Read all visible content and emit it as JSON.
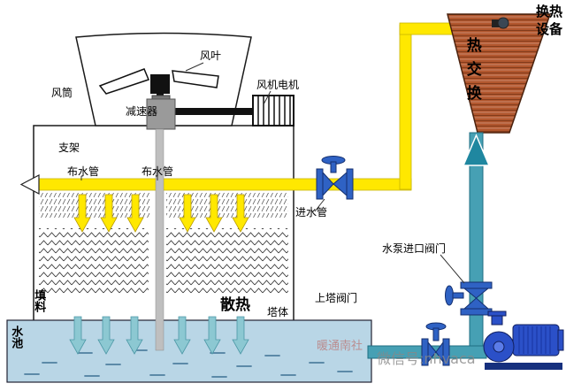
{
  "colors": {
    "pipe_hot": "#ffe800",
    "pipe_cool": "#46a0b4",
    "pool": "#b9d6e6",
    "exchanger": "#b2572e",
    "valve": "#2f62c4",
    "pump": "#2b50c8",
    "spray_arrow": "#ffe800",
    "pool_arrow": "#8cc8d2"
  },
  "tower": {
    "fan_blade_label": "风叶",
    "fan_duct_label": "风筒",
    "fan_motor_label": "风机电机",
    "reducer_label": "减速器",
    "support_label": "支架",
    "dist_pipe_label_left": "布水管",
    "dist_pipe_label_right": "布水管",
    "fill_label": "填料",
    "heat_dissipation_label": "散热",
    "tower_body_label": "塔体",
    "pool_label": "水池"
  },
  "pipes": {
    "inlet_pipe_label": "进水管",
    "tower_valve_label": "上塔阀门",
    "pump_inlet_valve_label": "水泵进口阀门"
  },
  "exchanger": {
    "label_vertical": "热交换",
    "device_label": "换热\n设备"
  },
  "watermark": {
    "brand": "暖通南社",
    "wechat": "微信号:nhvaca"
  }
}
